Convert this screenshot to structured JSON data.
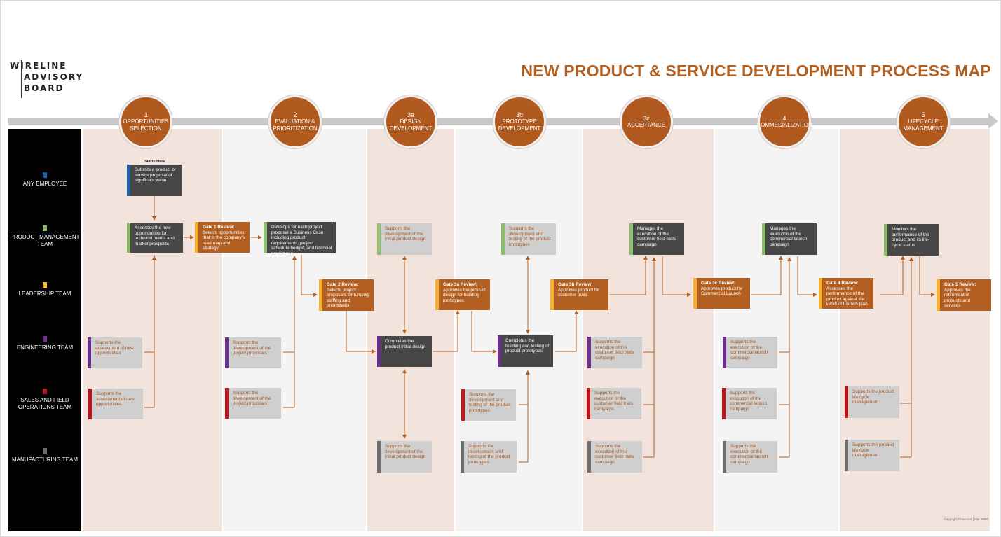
{
  "logo": {
    "line1": "WIRELINE",
    "line2": "ADVISORY",
    "line3": "BOARD"
  },
  "title": "NEW PRODUCT & SERVICE DEVELOPMENT PROCESS MAP",
  "colors": {
    "brand": "#b35f21",
    "dark_box": "#474747",
    "light_box": "#cfcfcf",
    "any_employee": "#1f5fa8",
    "product_mgmt": "#8dbe6e",
    "leadership": "#f4b02e",
    "engineering": "#6b2f8f",
    "sales": "#c0141b",
    "manufacturing": "#6d6d6d"
  },
  "lanes": [
    {
      "label": "ANY EMPLOYEE",
      "icon": "blue-square"
    },
    {
      "label": "PRODUCT MANAGEMENT TEAM",
      "icon": "green-square"
    },
    {
      "label": "LEADERSHIP TEAM",
      "icon": "yellow-square"
    },
    {
      "label": "ENGINEERING TEAM",
      "icon": "purple-square"
    },
    {
      "label": "SALES AND FIELD OPERATIONS TEAM",
      "icon": "red-square"
    },
    {
      "label": "MANUFACTURING TEAM",
      "icon": "gray-square"
    }
  ],
  "phases": [
    {
      "num": "1",
      "label": "OPPORTUNITIES SELECTION"
    },
    {
      "num": "2",
      "label": "EVALUATION & PRIORITIZATION"
    },
    {
      "num": "3a",
      "label": "DESIGN DEVELOPMENT"
    },
    {
      "num": "3b",
      "label": "PROTOTYPE DEVELOPMENT"
    },
    {
      "num": "3c",
      "label": "ACCEPTANCE"
    },
    {
      "num": "4",
      "label": "COMMECIALIZATION"
    },
    {
      "num": "5",
      "label": "LIFECYCLE MANAGEMENT"
    }
  ],
  "starts_here": "Starts Here",
  "boxes": {
    "submit": "Submits a product or service proposal of significant value",
    "assess": "Assesses the new opportunities for technical merits and market prospects",
    "gate1_title": "Gate 1 Review:",
    "gate1_text": "Selects opportunities that fit the company's road map and strategy",
    "develop_case": "Develops for each project proposal  a Business Case including product requirements, project schedule/budget, and financial predictions",
    "gate2_title": "Gate 2 Review:",
    "gate2_text": "Selects project proposals for funding, staffing and prioritization",
    "pm_support_design": "Supports the development of the initial product design",
    "gate3a_title": "Gate 3a Review:",
    "gate3a_text": "Approves the product design for building prototypes",
    "complete_design": "Completes the product initial design",
    "mfg_support_design": "Supports the development of the initial product design",
    "pm_support_proto": "Supports the development and testing of the product prototypes",
    "complete_proto": "Completes the building and testing of product prototypes",
    "sales_support_proto": "Supports the development and testing of the product prototypes",
    "mfg_support_proto": "Supports the development and testing of the product prototypes",
    "gate3b_title": "Gate 3b Review:",
    "gate3b_text": "Approves product for customer trials",
    "manage_trials": "Manages the execution of the customer field trials campaign",
    "eng_support_trials": "Supports the execution of the customer field trials campaign",
    "sales_support_trials": "Supports the execution of the customer field trials campaign",
    "mfg_support_trials": "Supports the execution of the customer field trials campaign",
    "gate3c_title": "Gate 3c Review:",
    "gate3c_text": "Approves product for Commercial Launch",
    "manage_launch": "Manages the execution of the commercial launch campaign",
    "eng_support_launch": "Supports the execution of the commercial launch campaign",
    "sales_support_launch": "Supports the execution of the commercial launch campaign",
    "mfg_support_launch": "Supports the execution of the commercial launch campaign",
    "gate4_title": "Gate 4 Review:",
    "gate4_text": "Assesses the performance of the product against the Product Launch plan",
    "monitor": "Monitors the performance of the product and its life-cycle status",
    "gate5_title": "Gate 5 Review:",
    "gate5_text": "Approves the retirement of products and services",
    "sales_support_life": "Supports the product life cycle management",
    "mfg_support_life": "Supports the product life cycle management",
    "eng_support_assess": "Supports the assessment of new opportunities",
    "sales_support_assess": "Supports the assessment of new opportunities",
    "eng_support_proposals": "Supports the development of the project proposals",
    "sales_support_proposals": "Supports the development of the project proposals"
  },
  "copyright": "Copyright Reserved | Mar. 2023"
}
